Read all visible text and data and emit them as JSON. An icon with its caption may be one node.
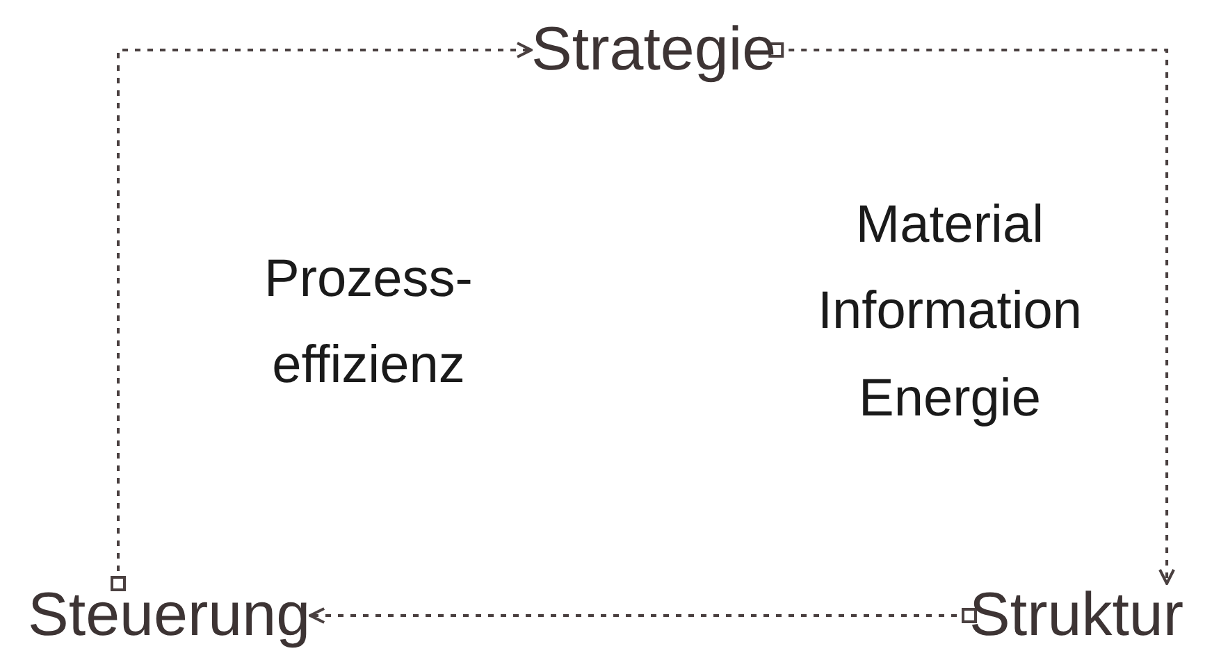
{
  "diagram": {
    "nodes": [
      {
        "text": [
          "Strategie"
        ]
      },
      {
        "text": [
          "Steuerung"
        ]
      },
      {
        "text": [
          "Struktur"
        ]
      }
    ],
    "edges": [
      {
        "from": 1,
        "to": 0,
        "arrow": "to",
        "style": "dashed"
      },
      {
        "from": 0,
        "to": 2,
        "arrow": "to",
        "style": "dashed"
      },
      {
        "from": 2,
        "to": 1,
        "arrow": "to",
        "style": "dashed"
      }
    ],
    "labels": [
      "Prozess- effizienz",
      "Material",
      "Information",
      "Energie"
    ]
  }
}
